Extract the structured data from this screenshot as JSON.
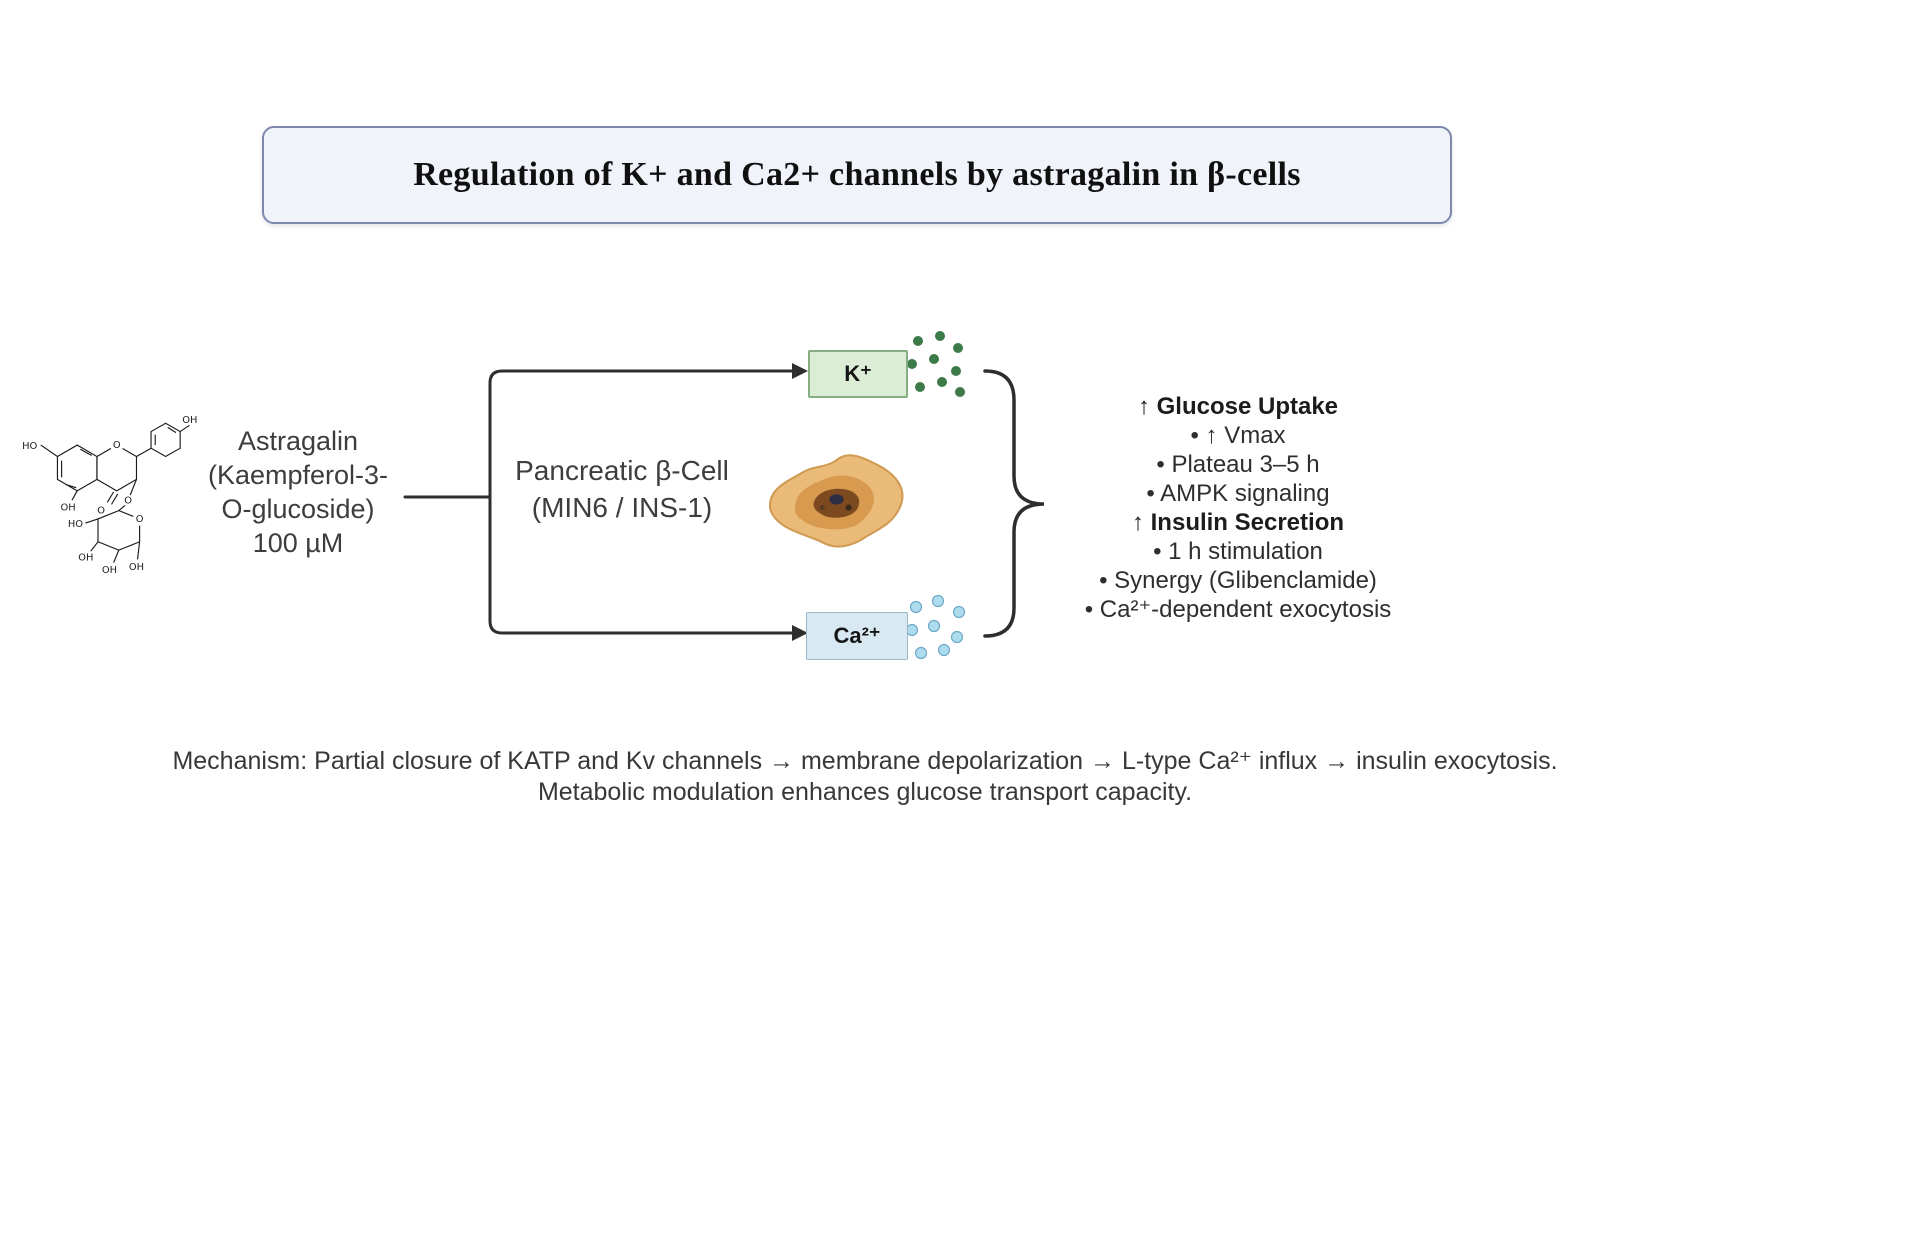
{
  "title": "Regulation of K+ and Ca2+ channels by astragalin in β-cells",
  "compound": {
    "line1": "Astragalin",
    "line2": "(Kaempferol-3-",
    "line3": "O-glucoside)",
    "line4": "100 µM"
  },
  "cell": {
    "line1": "Pancreatic β-Cell",
    "line2": "(MIN6 / INS-1)"
  },
  "channels": {
    "k_label": "K⁺",
    "ca_label": "Ca²⁺"
  },
  "outcomes": [
    {
      "text": "↑ Glucose Uptake"
    },
    {
      "text": "• ↑ Vmax"
    },
    {
      "text": "• Plateau 3–5 h"
    },
    {
      "text": "• AMPK signaling"
    },
    {
      "text": "↑ Insulin Secretion"
    },
    {
      "text": "• 1 h stimulation"
    },
    {
      "text": "• Synergy (Glibenclamide)"
    },
    {
      "text": "• Ca²⁺-dependent exocytosis"
    }
  ],
  "mechanism": {
    "line1": "Mechanism: Partial closure of KATP and Kv channels → membrane depolarization → L-type Ca²⁺ influx → insulin exocytosis.",
    "line2": "Metabolic modulation enhances glucose transport capacity."
  },
  "structure": {
    "labels": [
      "HO",
      "OH",
      "OH",
      "O",
      "O",
      "O",
      "HO",
      "O",
      "OH",
      "OH",
      "OH"
    ]
  },
  "colors": {
    "k_box_fill": "#dcedd6",
    "k_box_border": "#86ae82",
    "ca_box_fill": "#d9e9f4",
    "ca_box_border": "#9bb8c9",
    "k_ion": "#3c7a47",
    "ca_ion": "#aedcef",
    "title_box_fill": "#f0f3fa",
    "title_box_border": "#7d88ad",
    "connector": "#2e2e2e"
  }
}
